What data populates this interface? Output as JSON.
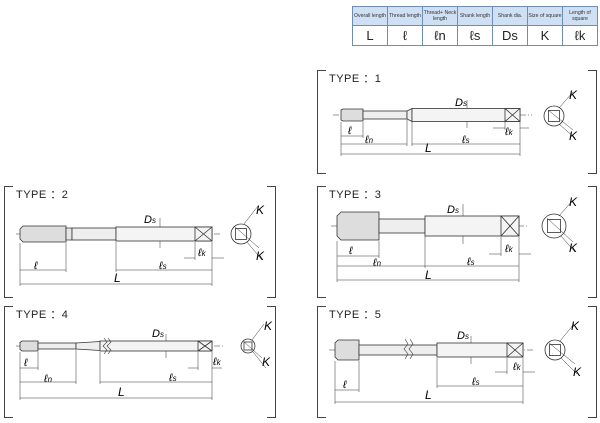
{
  "legend": {
    "headers": [
      "Overall length",
      "Thread length",
      "Thread+ Neck length",
      "Shank length",
      "Shank dia.",
      "Size of square",
      "Length of square"
    ],
    "symbols": [
      "L",
      "ℓ",
      "ℓn",
      "ℓs",
      "Ds",
      "K",
      "ℓk"
    ]
  },
  "dims": {
    "L": "L",
    "l": "ℓ",
    "ln_main": "ℓ",
    "ln_sub": "n",
    "ls_main": "ℓ",
    "ls_sub": "s",
    "ds_main": "D",
    "ds_sub": "s",
    "lk_main": "ℓ",
    "lk_sub": "k",
    "K": "K"
  },
  "panels": [
    {
      "title": "TYPE ：1"
    },
    {
      "title": "TYPE ：2"
    },
    {
      "title": "TYPE ：3"
    },
    {
      "title": "TYPE ：4"
    },
    {
      "title": "TYPE ：5"
    }
  ]
}
